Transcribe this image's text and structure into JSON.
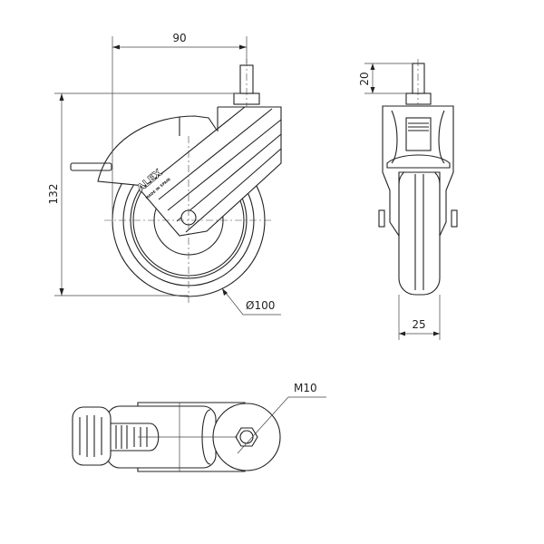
{
  "dimensions": {
    "offset": "90",
    "height": "132",
    "wheel_diameter": "Ø100",
    "stem_length": "20",
    "wheel_width": "25",
    "thread": "M10"
  },
  "branding": {
    "logo": "ALEX",
    "origin": "MADE IN SPAIN"
  }
}
